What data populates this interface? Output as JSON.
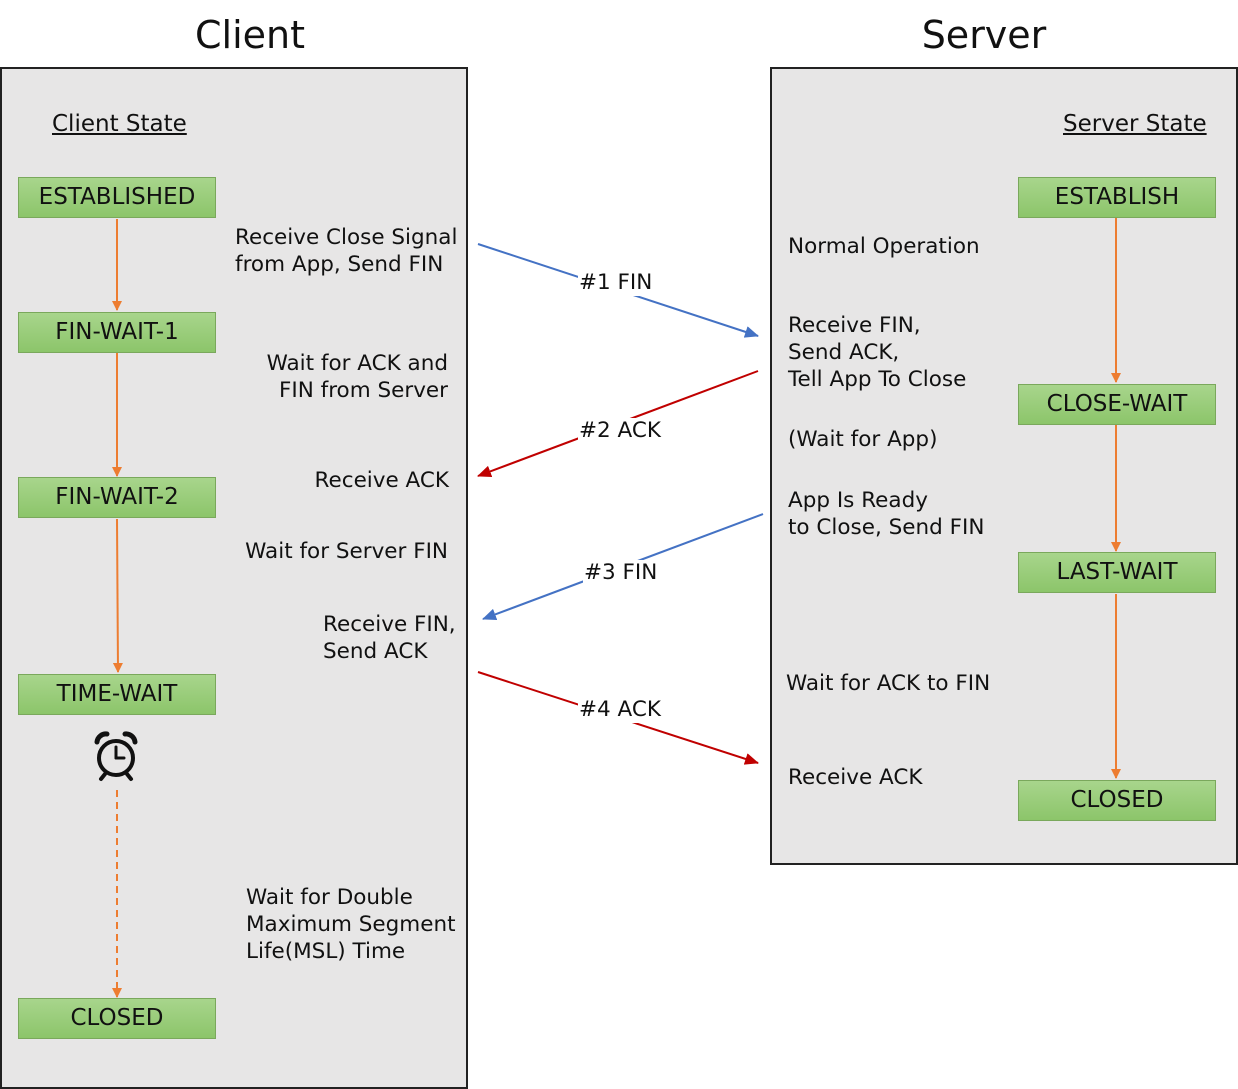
{
  "client": {
    "title": "Client",
    "state_heading": "Client State",
    "states": [
      "ESTABLISHED",
      "FIN-WAIT-1",
      "FIN-WAIT-2",
      "TIME-WAIT",
      "CLOSED"
    ],
    "notes": {
      "close_signal": "Receive Close Signal\nfrom App, Send FIN",
      "wait_ack_fin": "Wait for ACK and\nFIN from Server",
      "receive_ack": "Receive ACK",
      "wait_server_fin": "Wait for Server FIN",
      "receive_fin": "Receive FIN,\nSend ACK",
      "wait_msl": "Wait for Double\nMaximum Segment\nLife(MSL) Time"
    }
  },
  "server": {
    "title": "Server",
    "state_heading": "Server State",
    "states": [
      "ESTABLISH",
      "CLOSE-WAIT",
      "LAST-WAIT",
      "CLOSED"
    ],
    "notes": {
      "normal": "Normal Operation",
      "receive_fin": "Receive FIN,\nSend ACK,\nTell App To Close",
      "wait_app": "(Wait for App)",
      "app_ready": "App Is Ready\nto Close, Send FIN",
      "wait_ack": "Wait for ACK to FIN",
      "receive_ack": "Receive ACK"
    }
  },
  "messages": [
    "#1 FIN",
    "#2 ACK",
    "#3 FIN",
    "#4 ACK"
  ],
  "colors": {
    "fin_arrow": "#4472c4",
    "ack_arrow": "#c00000",
    "state_arrow": "#ed7d31",
    "state_fill": "#a9d18e",
    "panel": "#e7e6e6"
  },
  "icons": {
    "timer": "alarm-clock-icon"
  }
}
